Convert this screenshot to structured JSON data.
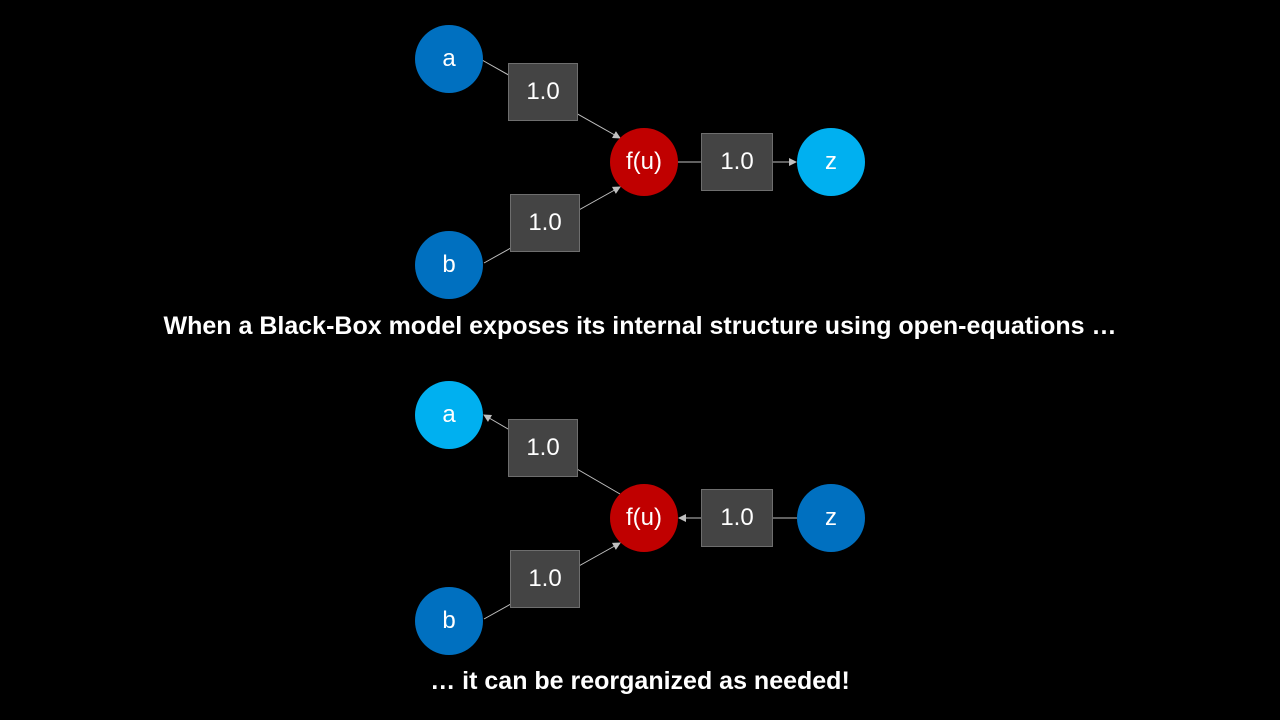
{
  "colors": {
    "background": "#000000",
    "input_node": "#0070c0",
    "output_node": "#00b0f0",
    "function_node": "#c00000",
    "weight_box": "#444444",
    "edge": "#bfbfbf"
  },
  "diagram_top": {
    "nodes": {
      "a": "a",
      "b": "b",
      "f": "f(u)",
      "z": "z"
    },
    "weights": {
      "a_f": "1.0",
      "b_f": "1.0",
      "f_z": "1.0"
    }
  },
  "caption_1": "When a Black-Box model exposes its internal structure using open-equations …",
  "diagram_bottom": {
    "nodes": {
      "a": "a",
      "b": "b",
      "f": "f(u)",
      "z": "z"
    },
    "weights": {
      "f_a": "1.0",
      "b_f": "1.0",
      "z_f": "1.0"
    }
  },
  "caption_2": "… it can be reorganized as needed!"
}
